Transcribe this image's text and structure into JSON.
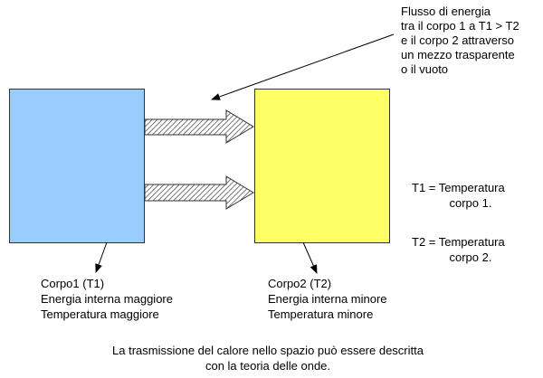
{
  "colors": {
    "body1": "#99ccff",
    "body2": "#ffff66",
    "arrow_hatch": "#555555"
  },
  "callout": {
    "lines": [
      "Flusso di energia",
      "tra il corpo 1 a T1 > T2",
      "e il corpo 2 attraverso",
      "un mezzo trasparente",
      "o il vuoto"
    ]
  },
  "body1": {
    "lines": [
      "Corpo1 (T1)",
      "Energia interna maggiore",
      "Temperatura maggiore"
    ]
  },
  "body2": {
    "lines": [
      "Corpo2 (T2)",
      "Energia interna minore",
      "Temperatura minore"
    ]
  },
  "legend": {
    "t1": [
      "T1 = Temperatura",
      "corpo 1."
    ],
    "t2": [
      "T2 = Temperatura",
      "corpo 2."
    ]
  },
  "caption": [
    "La trasmissione del calore nello spazio può essere descritta",
    "con la teoria delle onde."
  ]
}
